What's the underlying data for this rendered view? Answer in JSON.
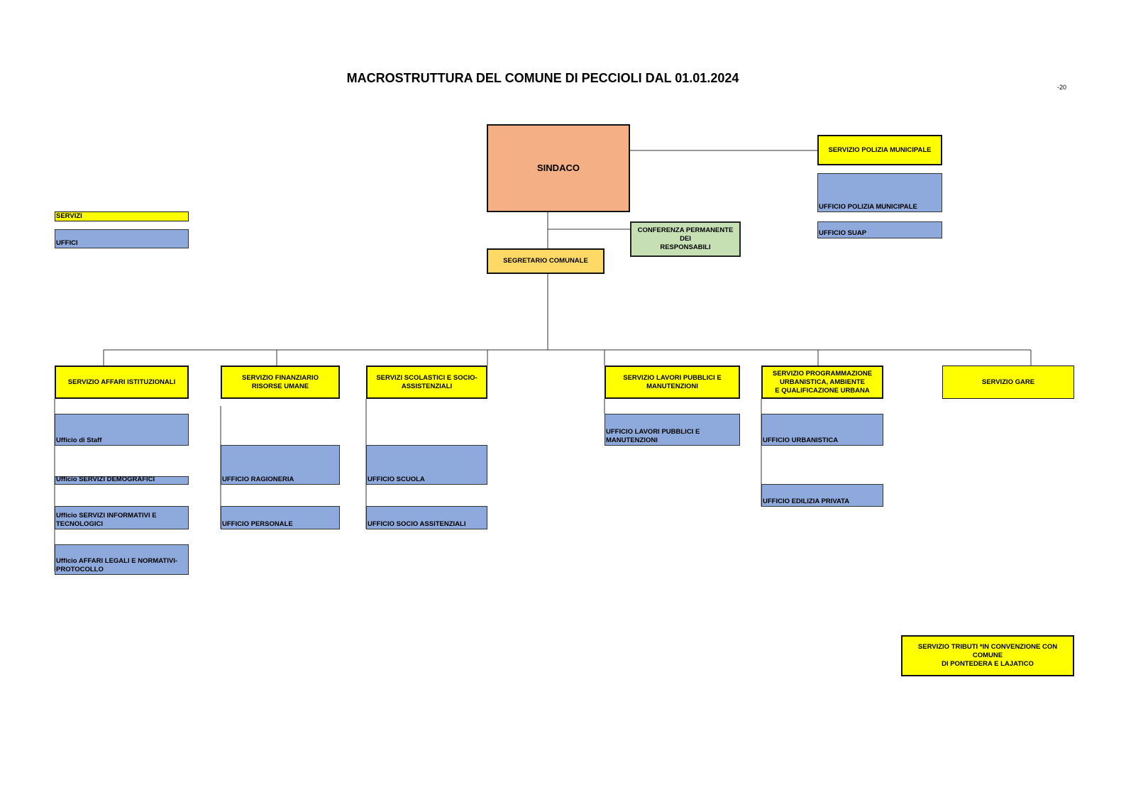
{
  "title": "MACROSTRUTTURA DEL COMUNE DI PECCIOLI DAL 01.01.2024",
  "page_number": "-20",
  "colors": {
    "servizio": "#ffff00",
    "ufficio": "#8ea9db",
    "sindaco": "#f4b084",
    "segretario": "#ffd966",
    "conferenza": "#c6e0b4"
  },
  "legend": {
    "servizi": "SERVIZI",
    "uffici": "UFFICI"
  },
  "top": {
    "sindaco": "SINDACO",
    "segretario": "SEGRETARIO COMUNALE",
    "conferenza": "CONFERENZA PERMANENTE DEI\nRESPONSABILI",
    "polizia_servizio": "SERVIZIO POLIZIA MUNICIPALE",
    "polizia_ufficio": "UFFICIO POLIZIA MUNICIPALE",
    "suap_ufficio": "UFFICIO SUAP"
  },
  "services": [
    {
      "name": "SERVIZIO AFFARI ISTITUZIONALI",
      "offices": [
        "Ufficio di Staff",
        "Ufficio SERVIZI DEMOGRAFICI",
        "Ufficio SERVIZI INFORMATIVI E\nTECNOLOGICI",
        "Ufficio AFFARI LEGALI E NORMATIVI-\nPROTOCOLLO"
      ]
    },
    {
      "name": "SERVIZIO FINANZIARIO\nRISORSE UMANE",
      "offices": [
        "UFFICIO RAGIONERIA",
        "UFFICIO PERSONALE"
      ]
    },
    {
      "name": "SERVIZI SCOLASTICI E  SOCIO-\nASSISTENZIALI",
      "offices": [
        "UFFICIO SCUOLA",
        "UFFICIO SOCIO ASSITENZIALI"
      ]
    },
    {
      "name": "SERVIZIO LAVORI PUBBLICI E\nMANUTENZIONI",
      "offices": [
        "UFFICIO LAVORI PUBBLICI E\nMANUTENZIONI"
      ]
    },
    {
      "name": "SERVIZIO PROGRAMMAZIONE\nURBANISTICA, AMBIENTE\nE QUALIFICAZIONE URBANA",
      "offices": [
        "UFFICIO URBANISTICA",
        "UFFICIO EDILIZIA PRIVATA"
      ]
    },
    {
      "name": "SERVIZIO  GARE",
      "offices": []
    }
  ],
  "tributi": "SERVIZIO  TRIBUTI *IN CONVENZIONE CON COMUNE\nDI PONTEDERA E LAJATICO"
}
